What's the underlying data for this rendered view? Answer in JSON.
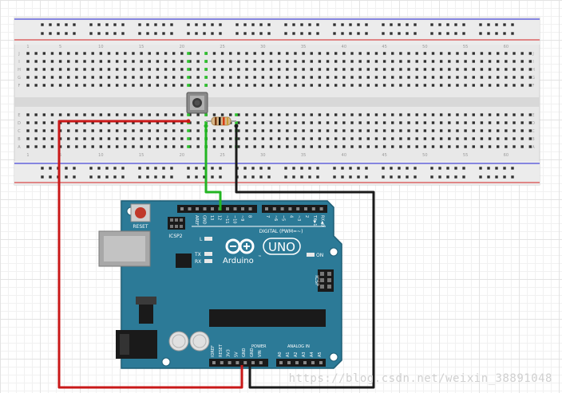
{
  "breadboard": {
    "column_numbers": [
      "1",
      "5",
      "10",
      "15",
      "20",
      "25",
      "30",
      "35",
      "40",
      "45",
      "50",
      "55",
      "60"
    ],
    "row_letters_top": [
      "J",
      "I",
      "H",
      "G",
      "F"
    ],
    "row_letters_bottom": [
      "E",
      "D",
      "C",
      "B",
      "A"
    ]
  },
  "arduino": {
    "reset_label": "RESET",
    "icsp2_label": "ICSP2",
    "icsp_label": "ICSP",
    "logo_text": "Arduino",
    "logo_reg": "™",
    "model_text": "UNO",
    "digital_label": "DIGITAL (PWM=~)",
    "on_label": "ON",
    "l_label": "L",
    "tx_label": "TX",
    "rx_label": "RX",
    "power_label": "POWER",
    "analog_label": "ANALOG IN",
    "digital_pins": [
      "AREF",
      "GND",
      "13",
      "12",
      "~11",
      "~10",
      "~9",
      "8",
      "7",
      "~6",
      "~5",
      "4",
      "~3",
      "2",
      "TX▶1",
      "RX◀0"
    ],
    "power_pins": [
      "IOREF",
      "RESET",
      "3V3",
      "5V",
      "GND",
      "GND",
      "VIN"
    ],
    "analog_pins": [
      "A0",
      "A1",
      "A2",
      "A3",
      "A4",
      "A5"
    ]
  },
  "watermark": "https://blog.csdn.net/weixin_38891048"
}
